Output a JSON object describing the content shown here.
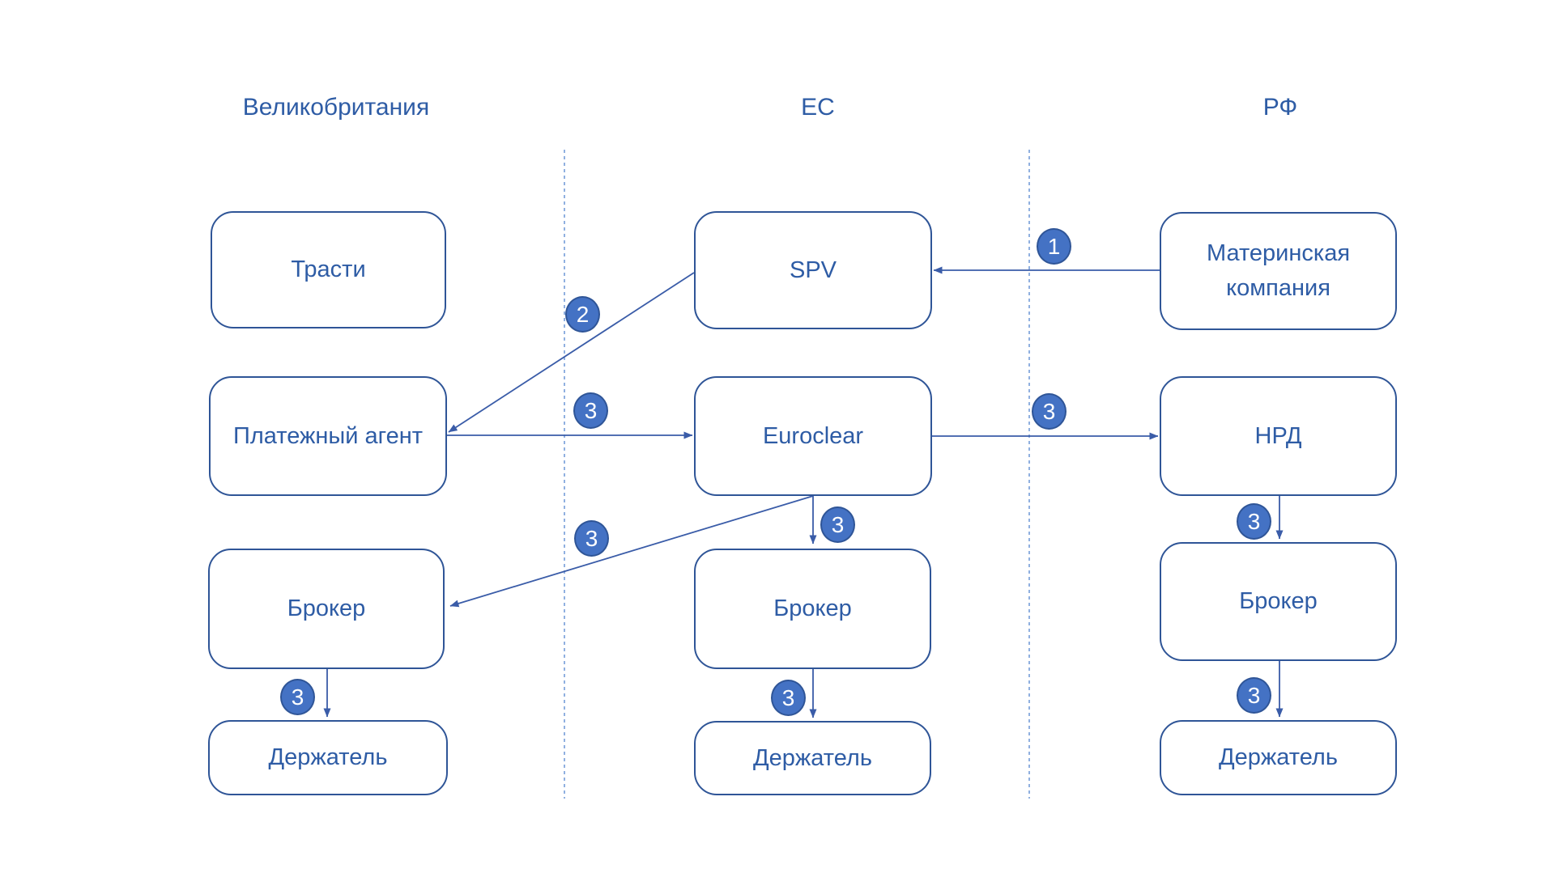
{
  "diagram": {
    "columns": [
      {
        "id": "uk",
        "header": "Великобритания"
      },
      {
        "id": "eu",
        "header": "ЕС"
      },
      {
        "id": "rf",
        "header": "РФ"
      }
    ],
    "nodes": {
      "trusty": "Трасти",
      "spv": "SPV",
      "parent_company": "Материнская компания",
      "paying_agent": "Платежный агент",
      "euroclear": "Euroclear",
      "nsd": "НРД",
      "broker_uk": "Брокер",
      "broker_eu": "Брокер",
      "broker_rf": "Брокер",
      "holder_uk": "Держатель",
      "holder_eu": "Держатель",
      "holder_rf": "Держатель"
    },
    "badges": {
      "step1": "1",
      "step2": "2",
      "step3": "3"
    },
    "colors": {
      "box_border": "#2f5597",
      "box_text": "#2e5ca5",
      "connector": "#3a5ca8",
      "divider": "#6c95d6",
      "badge_fill": "#4472c4",
      "badge_border": "#2f5597",
      "badge_text": "#ffffff",
      "background": "#ffffff"
    }
  }
}
